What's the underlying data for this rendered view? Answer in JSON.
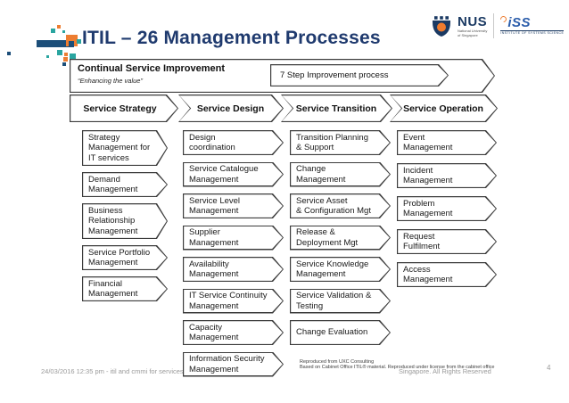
{
  "slide": {
    "title": "ITIL – 26 Management Processes",
    "page_number": "4",
    "footer_left": "24/03/2016 12:35 pm - itil and cmmi for services",
    "attribution_line1": "Reproduced from UXC Consulting",
    "attribution_line2": "Based on Cabinet Office ITIL® material. Reproduced under license from the cabinet office",
    "copyright": "Singapore. All Rights Reserved"
  },
  "logos": {
    "nus": {
      "name": "NUS",
      "sub1": "National University",
      "sub2": "of Singapore"
    },
    "iss": {
      "name": "iSS",
      "sub": "INSTITUTE OF SYSTEMS SCIENCE"
    }
  },
  "csi": {
    "title": "Continual Service Improvement",
    "subtitle": "“Enhancing the value”",
    "process": "7 Step Improvement process"
  },
  "phases": [
    {
      "label": "Service Strategy",
      "processes": [
        [
          "Strategy",
          "Management for",
          "IT services"
        ],
        [
          "Demand",
          "Management"
        ],
        [
          "Business",
          "Relationship",
          "Management"
        ],
        [
          "Service Portfolio",
          "Management"
        ],
        [
          "Financial",
          "Management"
        ]
      ]
    },
    {
      "label": "Service Design",
      "processes": [
        [
          "Design",
          "coordination"
        ],
        [
          "Service Catalogue",
          "Management"
        ],
        [
          "Service Level",
          "Management"
        ],
        [
          "Supplier",
          "Management"
        ],
        [
          "Availability",
          "Management"
        ],
        [
          "IT Service Continuity",
          "Management"
        ],
        [
          "Capacity",
          "Management"
        ],
        [
          "Information Security",
          "Management"
        ]
      ]
    },
    {
      "label": "Service Transition",
      "processes": [
        [
          "Transition Planning",
          "& Support"
        ],
        [
          "Change",
          "Management"
        ],
        [
          "Service Asset",
          "& Configuration Mgt"
        ],
        [
          "Release &",
          "Deployment Mgt"
        ],
        [
          "Service Knowledge",
          "Management"
        ],
        [
          "Service Validation &",
          "Testing"
        ],
        [
          "Change Evaluation"
        ]
      ]
    },
    {
      "label": "Service Operation",
      "processes": [
        [
          "Event",
          "Management"
        ],
        [
          "Incident",
          "Management"
        ],
        [
          "Problem",
          "Management"
        ],
        [
          "Request",
          "Fulfilment"
        ],
        [
          "Access",
          "Management"
        ]
      ]
    }
  ],
  "colors": {
    "title_navy": "#1F3A6E",
    "accent_orange": "#ED7D31",
    "accent_teal": "#2AA5A0",
    "bar_blue": "#1C4E79",
    "box_border": "#3C3C3C",
    "footer_gray": "#9A9A9A"
  }
}
